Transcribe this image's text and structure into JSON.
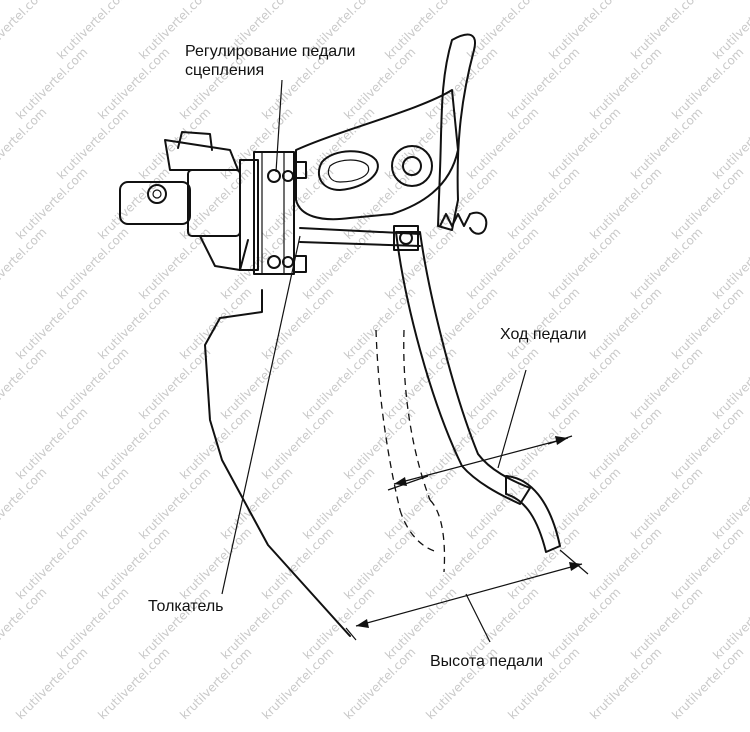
{
  "labels": {
    "adjust_line1": "Регулирование педали",
    "adjust_line2": "сцепления",
    "pushrod": "Толкатель",
    "pedal_travel": "Ход педали",
    "pedal_height": "Высота педали"
  },
  "watermark": "krutilvertel.com"
}
